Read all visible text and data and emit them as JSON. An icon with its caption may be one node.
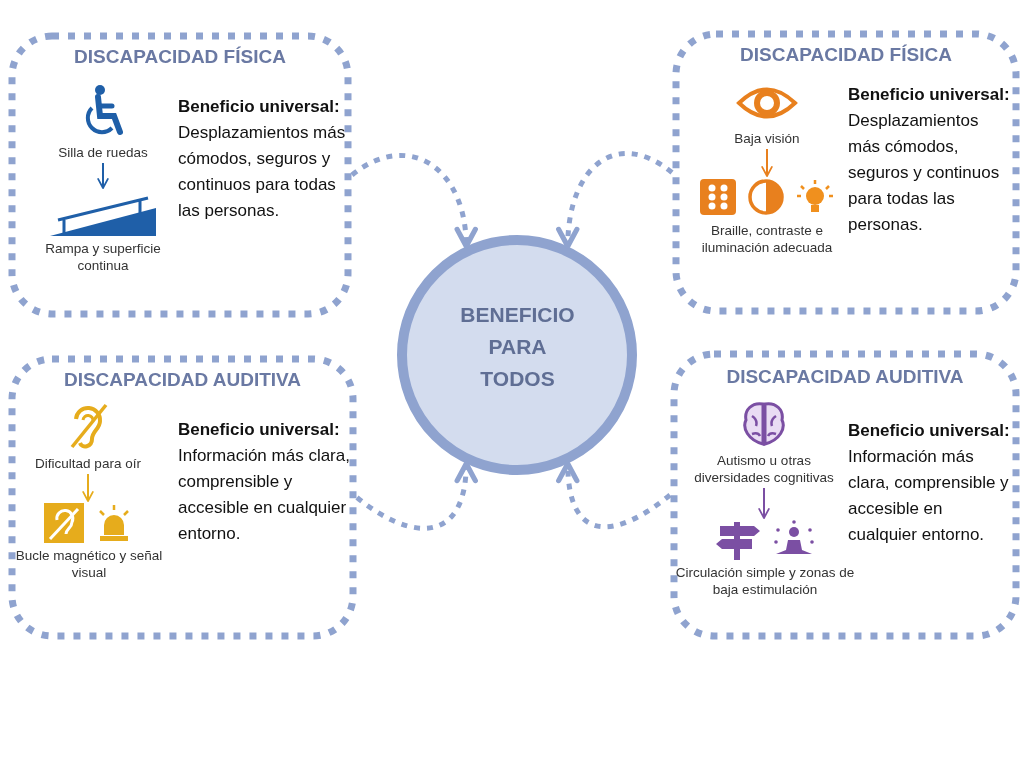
{
  "diagram": {
    "nodes": [
      {
        "text": [
          "DISCAPACIDAD FÍSICA",
          "**Beneficio universal:** Desplazamientos más cómodos, seguros y continuos para todas las personas."
        ]
      },
      {
        "text": [
          "Silla de ruedas"
        ],
        "in": 0
      },
      {
        "text": [
          "Rampa y superficie continua"
        ],
        "in": 0
      },
      {
        "text": [
          "DISCAPACIDAD FÍSICA",
          "**Beneficio universal:** Desplazamientos más cómodos, seguros y continuos para todas las personas."
        ]
      },
      {
        "text": [
          "Baja visión"
        ],
        "in": 3
      },
      {
        "text": [
          "Braille, contraste e iluminación adecuada"
        ],
        "in": 3
      },
      {
        "text": [
          "BENEFICIO PARA TODOS"
        ]
      },
      {
        "text": [
          "DISCAPACIDAD AUDITIVA",
          "**Beneficio universal:** Información más clara, comprensible y accesible en cualquier entorno."
        ]
      },
      {
        "text": [
          "Dificultad para oír"
        ],
        "in": 7
      },
      {
        "text": [
          "Bucle magnético y señal visual"
        ],
        "in": 7
      },
      {
        "text": [
          "DISCAPACIDAD AUDITIVA",
          "**Beneficio universal:** Información más clara, comprensible y accesible en cualquier entorno."
        ]
      },
      {
        "text": [
          "Autismo u otras diversidades cognitivas"
        ],
        "in": 10
      },
      {
        "text": [
          "Circulación simple y zonas de baja estimulación"
        ],
        "in": 10
      }
    ],
    "edges": [
      {
        "from": 1,
        "to": 2,
        "arrow": "to",
        "color": "#1f5fa8"
      },
      {
        "from": 4,
        "to": 5,
        "arrow": "to",
        "color": "#e8801e"
      },
      {
        "from": 8,
        "to": 9,
        "arrow": "to",
        "color": "#e6ac1c"
      },
      {
        "from": 11,
        "to": 12,
        "arrow": "to",
        "color": "#7b4fa3"
      },
      {
        "from": 0,
        "to": 6,
        "arrow": "to",
        "style": "dashed",
        "color": "#8fa3cf"
      },
      {
        "from": 3,
        "to": 6,
        "arrow": "to",
        "style": "dashed",
        "color": "#8fa3cf"
      },
      {
        "from": 7,
        "to": 6,
        "arrow": "to",
        "style": "dashed",
        "color": "#8fa3cf"
      },
      {
        "from": 10,
        "to": 6,
        "arrow": "to",
        "style": "dashed",
        "color": "#8fa3cf"
      }
    ]
  }
}
